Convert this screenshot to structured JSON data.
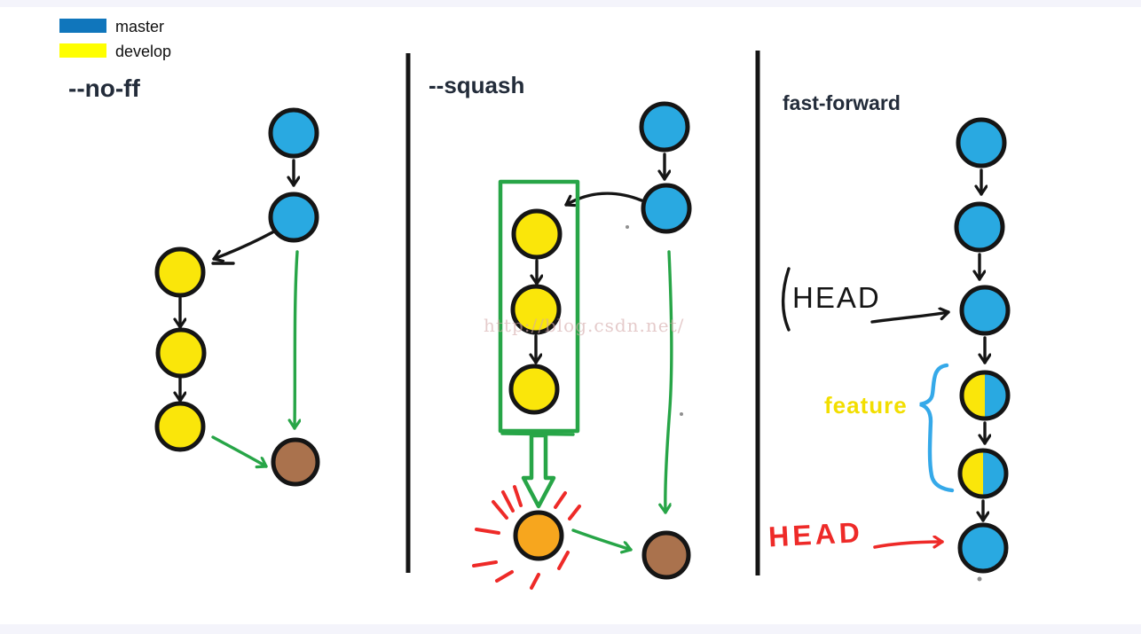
{
  "colors": {
    "master_blue": "#1076BC",
    "develop_yellow": "#FFFF00",
    "commit_blue": "#29A9E1",
    "commit_yellow": "#FAE60A",
    "green": "#27A547",
    "brown": "#AA724D",
    "orange": "#F7A61E",
    "red": "#EE2A28",
    "ink": "#151515",
    "title_ink": "#232C3A",
    "brace_blue": "#35A9E9",
    "feature_yellow": "#F2DE00",
    "watermark_pink": "#D4A9A9",
    "strip": "#F4F4FB"
  },
  "legend": {
    "items": [
      {
        "label": "master"
      },
      {
        "label": "develop"
      }
    ]
  },
  "sections": {
    "no_ff": {
      "title": "--no-ff"
    },
    "squash": {
      "title": "--squash"
    },
    "fast_forward": {
      "title": "fast-forward",
      "head_upper": "HEAD",
      "head_lower": "HEAD",
      "feature": "feature"
    }
  },
  "watermark": {
    "text": "http://blog.csdn.net/"
  }
}
